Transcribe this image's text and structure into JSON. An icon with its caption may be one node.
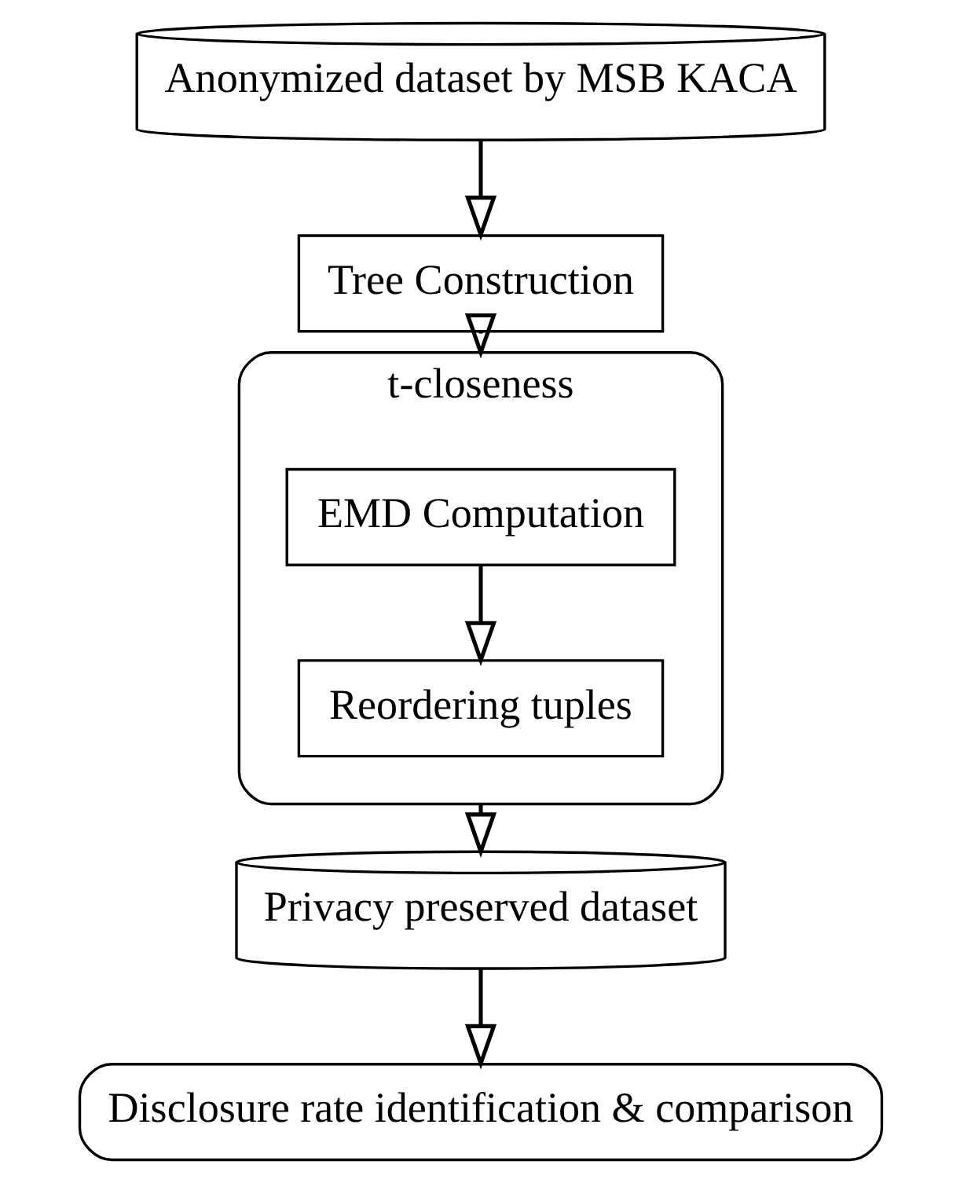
{
  "diagram": {
    "nodes": [
      {
        "text": [
          "Anonymized dataset by MSB KACA"
        ]
      },
      {
        "text": [
          "Tree Construction"
        ]
      },
      {
        "text": [
          "t-closeness"
        ]
      },
      {
        "text": [
          "EMD Computation"
        ],
        "in": 2
      },
      {
        "text": [
          "Reordering tuples"
        ],
        "in": 2
      },
      {
        "text": [
          "Privacy preserved dataset"
        ]
      },
      {
        "text": [
          "Disclosure rate identification & comparison"
        ]
      }
    ],
    "edges": [
      {
        "from": 0,
        "to": 1,
        "arrow": "to"
      },
      {
        "from": 1,
        "to": 2,
        "arrow": "to"
      },
      {
        "from": 3,
        "to": 4,
        "arrow": "to"
      },
      {
        "from": 2,
        "to": 5,
        "arrow": "to"
      },
      {
        "from": 5,
        "to": 6,
        "arrow": "to"
      }
    ]
  }
}
